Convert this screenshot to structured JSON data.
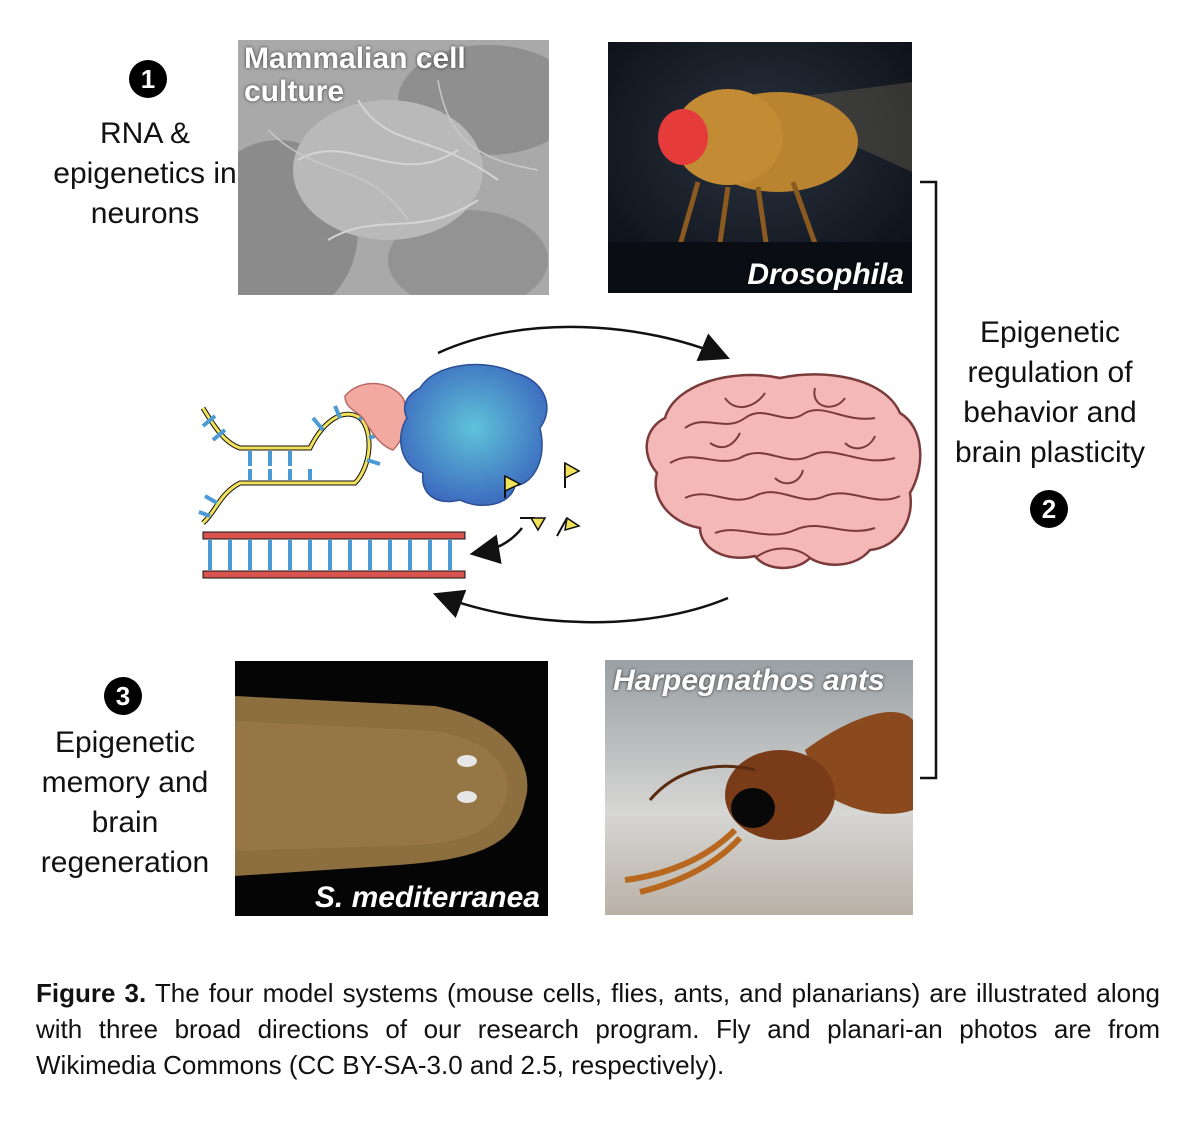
{
  "directions": [
    {
      "number": "1",
      "label": "RNA & epigenetics in neurons"
    },
    {
      "number": "2",
      "label": "Epigenetic regulation of behavior and brain plasticity"
    },
    {
      "number": "3",
      "label": "Epigenetic memory and brain regeneration"
    }
  ],
  "photos": {
    "cell_culture": {
      "caption": "Mammalian cell culture"
    },
    "drosophila": {
      "caption": "Drosophila"
    },
    "ants": {
      "caption": "Harpegnathos ants"
    },
    "planarian": {
      "caption": "S. mediterranea"
    }
  },
  "figure_caption": {
    "label": "Figure 3.",
    "text": " The four model systems (mouse cells, flies, ants, and planarians) are illustrated along with three broad directions of our research program. Fly and planari-an photos are from Wikimedia Commons (CC BY-SA-3.0 and 2.5, respectively)."
  },
  "colors": {
    "rna_strand": "#f2e25a",
    "bases": "#4b9ad6",
    "dna_backbone": "#d9534f",
    "protein": "#3f6fc4",
    "protein_small": "#f1a9a0",
    "brain": "#f4b8b8",
    "flag": "#f2e25a"
  }
}
